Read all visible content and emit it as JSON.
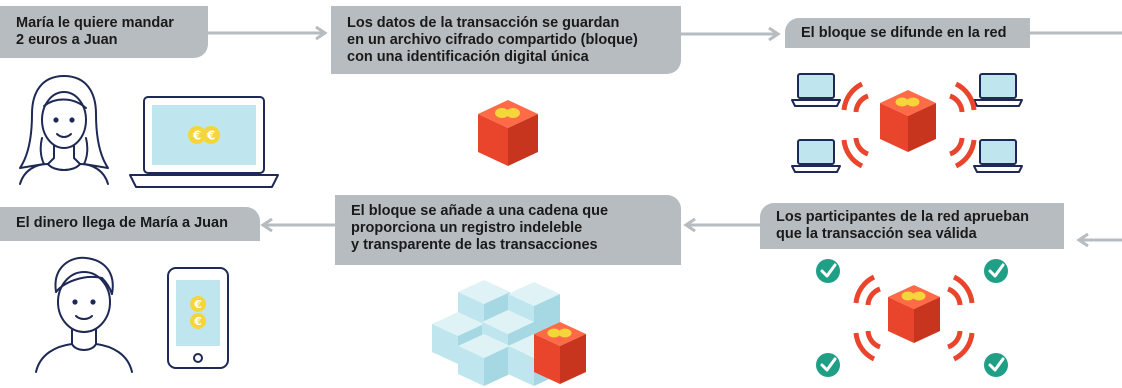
{
  "steps": [
    {
      "id": 1,
      "text": "María le quiere mandar\n2 euros a Juan"
    },
    {
      "id": 2,
      "text": "Los datos de la transacción se guardan\nen un archivo cifrado compartido (bloque)\ncon una identificación digital única"
    },
    {
      "id": 3,
      "text": "El bloque se difunde en la red"
    },
    {
      "id": 4,
      "text": "Los participantes de la red aprueban\nque la transacción sea válida"
    },
    {
      "id": 5,
      "text": "El bloque se añade a una cadena que\nproporciona un registro indeleble\ny transparente de las transacciones"
    },
    {
      "id": 6,
      "text": "El dinero llega de María a Juan"
    }
  ],
  "coin_symbol": "€",
  "colors": {
    "label_bg": "#b7bcc0",
    "arrow": "#b7bcc0",
    "block_red": "#e8452c",
    "block_red_dark": "#c8351f",
    "block_blue": "#bfe6ee",
    "coin": "#f5d63a",
    "check": "#1f9f86",
    "line": "#1e2a55"
  }
}
